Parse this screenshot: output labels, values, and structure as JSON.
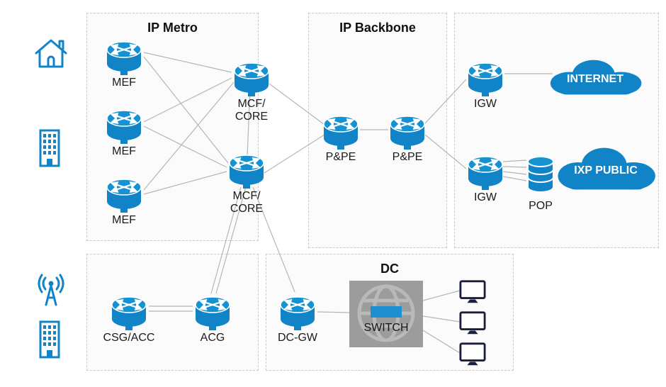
{
  "colors": {
    "accent_blue": "#1084c6",
    "accent_blue_light": "#1592d2",
    "line_grey": "#b5b5b5",
    "box_border": "#c9c9c9",
    "box_bg": "#fbfbfb",
    "switch_grey": "#9c9c9c",
    "chip_blue": "#1e90d0",
    "monitor_dark": "#1a1f3d",
    "text_dark": "#1a1a1a",
    "cloud_text": "#ffffff"
  },
  "groups": {
    "ip_metro": {
      "title": "IP Metro"
    },
    "ip_backbone": {
      "title": "IP Backbone"
    },
    "dc": {
      "title": "DC"
    }
  },
  "nodes": {
    "mef1": {
      "label": "MEF",
      "type": "router"
    },
    "mef2": {
      "label": "MEF",
      "type": "router"
    },
    "mef3": {
      "label": "MEF",
      "type": "router"
    },
    "mcf_core1": {
      "label": "MCF/ CORE",
      "type": "router"
    },
    "mcf_core2": {
      "label": "MCF/ CORE",
      "type": "router"
    },
    "pe1": {
      "label": "P&PE",
      "type": "router"
    },
    "pe2": {
      "label": "P&PE",
      "type": "router"
    },
    "igw1": {
      "label": "IGW",
      "type": "router"
    },
    "igw2": {
      "label": "IGW",
      "type": "router"
    },
    "pop": {
      "label": "POP",
      "type": "database"
    },
    "dc_gw": {
      "label": "DC-GW",
      "type": "router"
    },
    "csg_acc": {
      "label": "CSG/ACC",
      "type": "router"
    },
    "acg": {
      "label": "ACG",
      "type": "router"
    },
    "switch": {
      "label": "SWITCH",
      "type": "switch"
    }
  },
  "clouds": {
    "internet": {
      "label": "INTERNET"
    },
    "ixp": {
      "label": "IXP PUBLIC"
    }
  },
  "side_icons": [
    "house-icon",
    "building-icon",
    "antenna-icon",
    "building-icon"
  ],
  "links": [
    {
      "from": "mef1",
      "to": "mcf_core1"
    },
    {
      "from": "mef1",
      "to": "mcf_core2"
    },
    {
      "from": "mef2",
      "to": "mcf_core1"
    },
    {
      "from": "mef2",
      "to": "mcf_core2"
    },
    {
      "from": "mef3",
      "to": "mcf_core1"
    },
    {
      "from": "mef3",
      "to": "mcf_core2"
    },
    {
      "from": "mcf_core1",
      "to": "mcf_core2"
    },
    {
      "from": "mcf_core1",
      "to": "pe1"
    },
    {
      "from": "mcf_core2",
      "to": "pe1"
    },
    {
      "from": "pe1",
      "to": "pe2"
    },
    {
      "from": "pe2",
      "to": "igw1"
    },
    {
      "from": "pe2",
      "to": "igw2"
    },
    {
      "from": "igw1",
      "to": "internet"
    },
    {
      "from": "igw2",
      "to": "pop",
      "count": 4
    },
    {
      "from": "mcf_core2",
      "to": "acg",
      "count": 2
    },
    {
      "from": "mcf_core2",
      "to": "dc_gw"
    },
    {
      "from": "csg_acc",
      "to": "acg",
      "count": 2
    },
    {
      "from": "dc_gw",
      "to": "switch"
    },
    {
      "from": "switch",
      "to": "monitor1"
    },
    {
      "from": "switch",
      "to": "monitor2"
    },
    {
      "from": "switch",
      "to": "monitor3"
    }
  ]
}
